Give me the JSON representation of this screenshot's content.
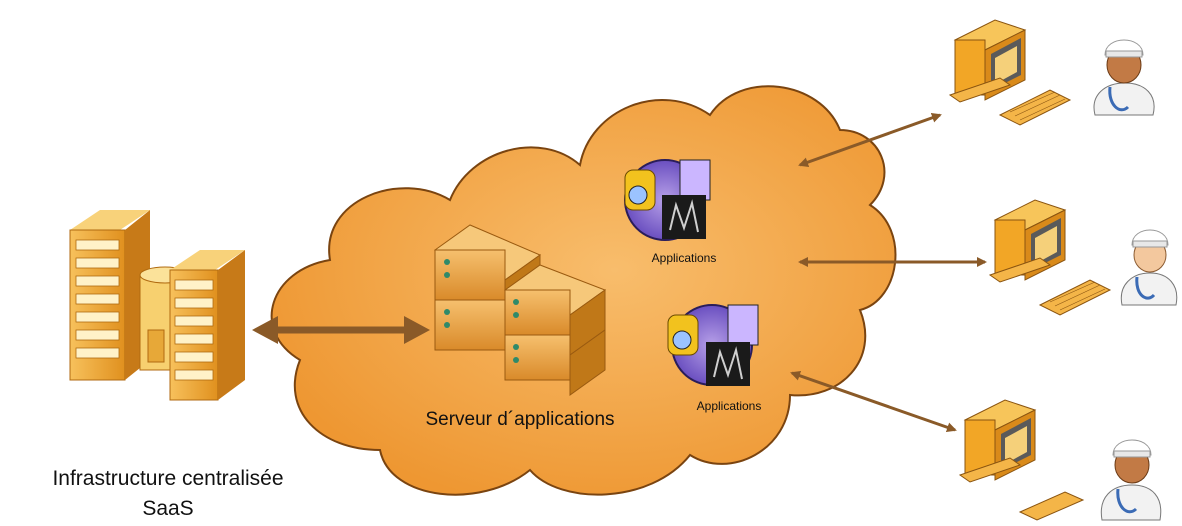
{
  "labels": {
    "infra_line1": "Infrastructure centralisée",
    "infra_line2": "SaaS",
    "server": "Serveur d´applications",
    "apps_top": "Applications",
    "apps_bottom": "Applications"
  },
  "colors": {
    "cloud_fill": "#f6a94a",
    "cloud_stroke": "#7a4410",
    "arrow": "#8a5a28",
    "building": "#f1a936",
    "computer": "#f2a626"
  },
  "icons": [
    "datacenter-building-icon",
    "server-rack-icon",
    "application-icon",
    "computer-icon",
    "doctor-icon"
  ]
}
